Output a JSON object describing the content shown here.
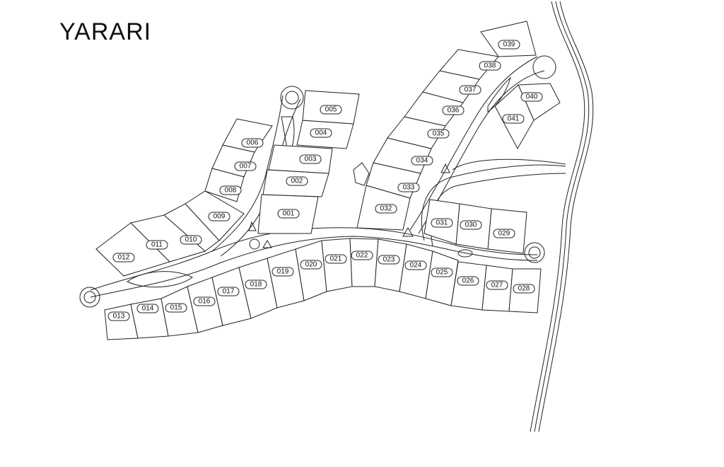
{
  "map": {
    "title": "YARARI",
    "lot_labels": [
      "001",
      "002",
      "003",
      "004",
      "005",
      "006",
      "007",
      "008",
      "009",
      "010",
      "011",
      "012",
      "013",
      "014",
      "015",
      "016",
      "017",
      "018",
      "019",
      "020",
      "021",
      "022",
      "023",
      "024",
      "025",
      "026",
      "027",
      "028",
      "029",
      "030",
      "031",
      "032",
      "033",
      "034",
      "035",
      "036",
      "037",
      "038",
      "039",
      "040",
      "041"
    ],
    "colors": {
      "line": "#222222",
      "background": "#ffffff"
    }
  }
}
